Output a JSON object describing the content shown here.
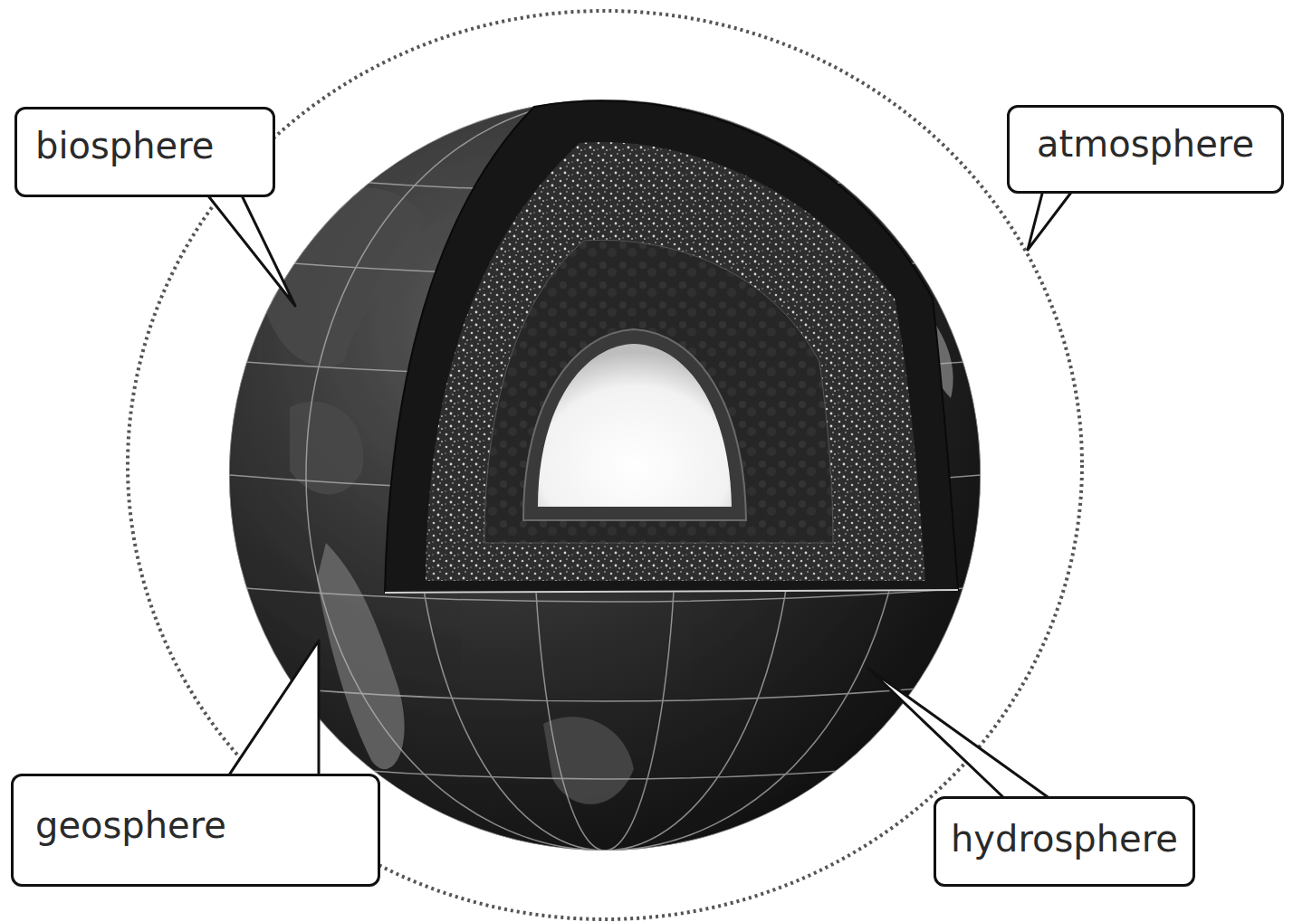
{
  "diagram": {
    "nodes": [
      {
        "text": [
          "biosphere"
        ]
      },
      {
        "text": [
          "atmosphere"
        ]
      },
      {
        "text": [
          "geosphere"
        ]
      },
      {
        "text": [
          "hydrosphere"
        ]
      }
    ]
  }
}
